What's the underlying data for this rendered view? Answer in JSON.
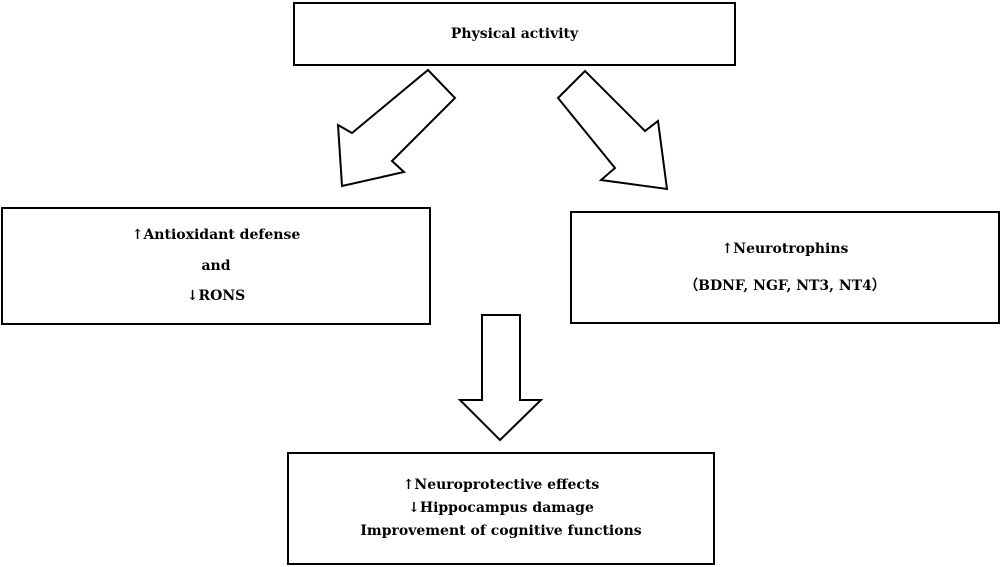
{
  "diagram": {
    "top": {
      "label": "Physical activity"
    },
    "left": {
      "line1": "↑Antioxidant defense",
      "line2": "and",
      "line3": "↓RONS"
    },
    "right": {
      "line1": "↑Neurotrophins",
      "line2": "（BDNF, NGF, NT3, NT4）"
    },
    "bottom": {
      "line1": "↑Neuroprotective effects",
      "line2": "↓Hippocampus damage",
      "line3": "Improvement of cognitive functions"
    }
  }
}
